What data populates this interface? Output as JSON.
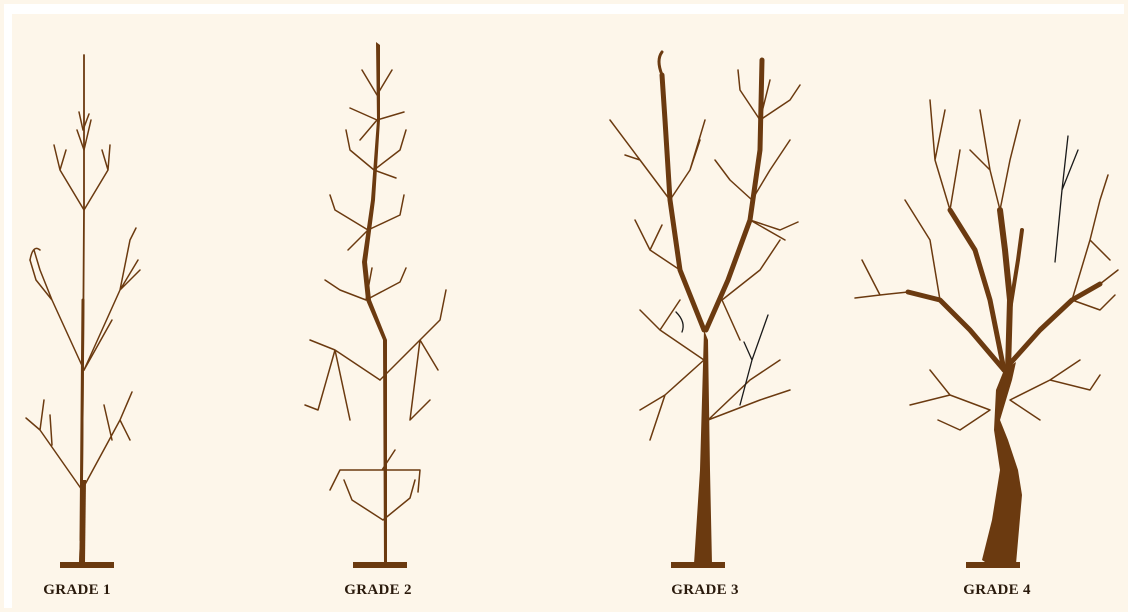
{
  "diagram": {
    "labels": [
      "GRADE 1",
      "GRADE 2",
      "GRADE 3",
      "GRADE 4"
    ],
    "colors": {
      "background": "#fdf6ea",
      "branch": "#6b3a10",
      "twig": "#1a1a1a",
      "label": "#2a1a0c"
    }
  }
}
